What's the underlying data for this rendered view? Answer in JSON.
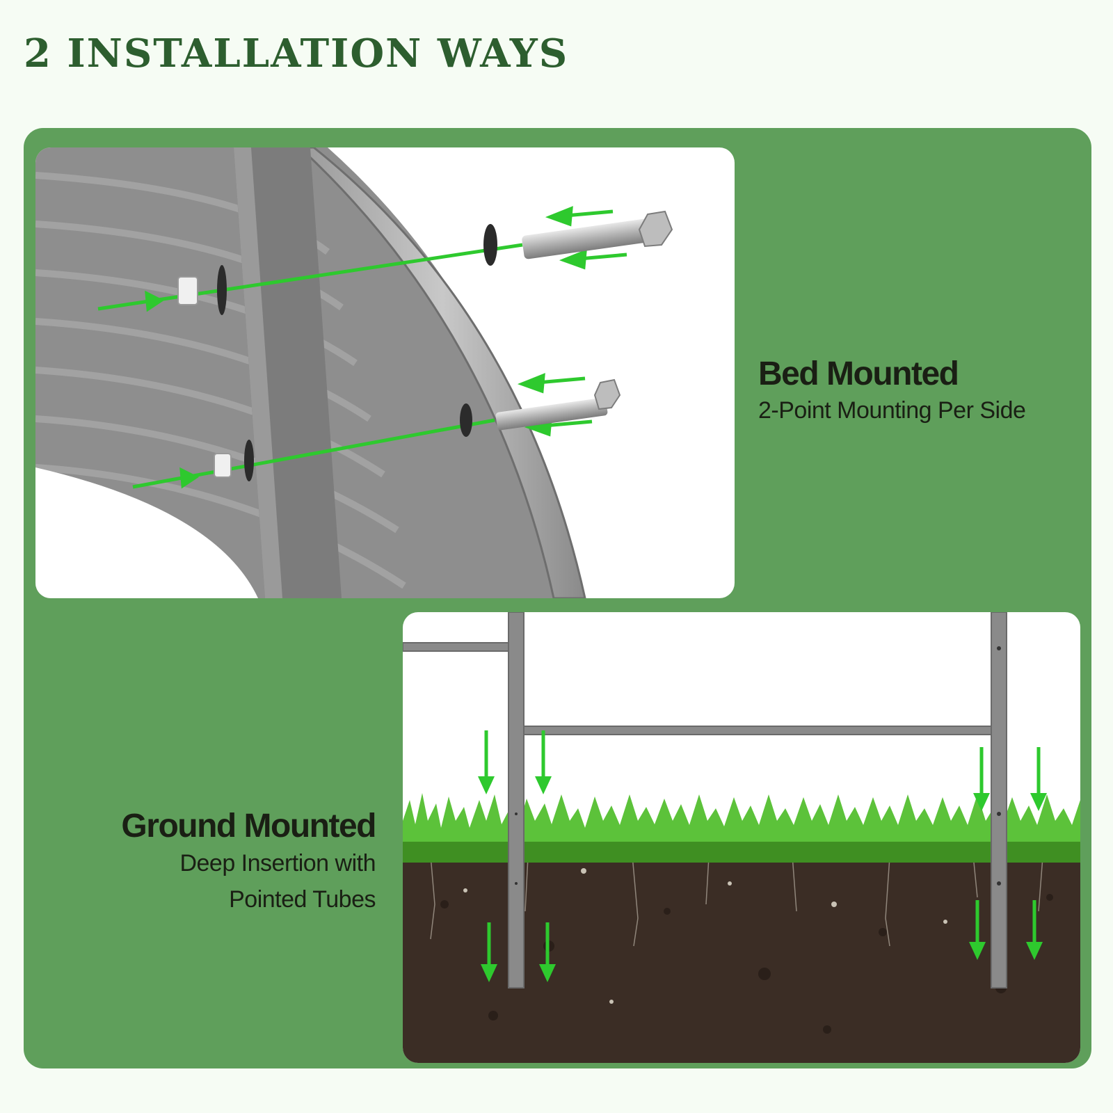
{
  "page": {
    "headline": "2 INSTALLATION WAYS"
  },
  "bed_mounted": {
    "title": "Bed Mounted",
    "subtitle": "2-Point Mounting Per Side"
  },
  "ground_mounted": {
    "title": "Ground Mounted",
    "subtitle_line1": "Deep Insertion with",
    "subtitle_line2": "Pointed Tubes"
  },
  "colors": {
    "headline": "#2d5e2f",
    "panel": "#5f9f5b",
    "arrow": "#2ec92e",
    "frame": "#7a7a7a",
    "soil": "#3b2d25",
    "grass": "#5cc23a"
  }
}
